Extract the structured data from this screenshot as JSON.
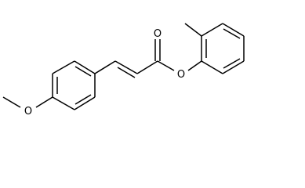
{
  "structure": {
    "atoms": {
      "methoxy_oxygen": "O",
      "carbonyl_oxygen": "O",
      "ester_oxygen": "O"
    }
  }
}
